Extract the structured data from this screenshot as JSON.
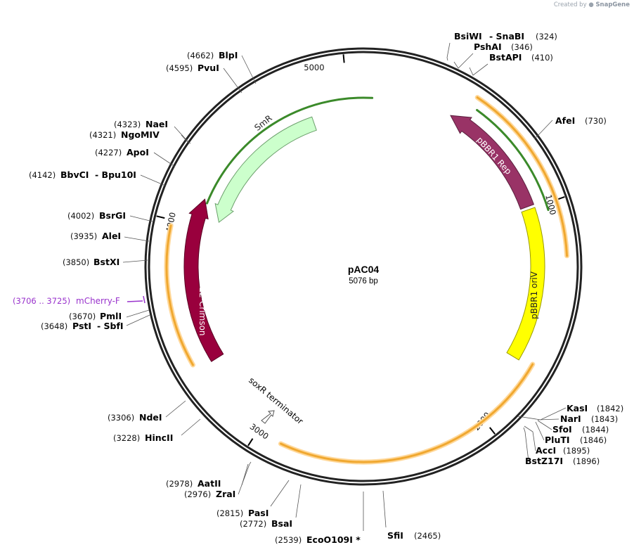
{
  "credit": {
    "created_by": "Created by",
    "brand": "SnapGene"
  },
  "plasmid": {
    "name": "pAC04",
    "length_label": "5076 bp",
    "length_bp": 5076
  },
  "ticks": [
    {
      "bp": 1000,
      "label": "1000"
    },
    {
      "bp": 2000,
      "label": "2000"
    },
    {
      "bp": 3000,
      "label": "3000"
    },
    {
      "bp": 4000,
      "label": "4000"
    },
    {
      "bp": 5000,
      "label": "5000"
    }
  ],
  "features": [
    {
      "id": "smr",
      "label": "SmR",
      "kind": "gene",
      "color": "#ccffcc",
      "stroke": "#6b9f6b",
      "text_color": "#222222"
    },
    {
      "id": "pbbr1rep",
      "label": "pBBR1 Rep",
      "kind": "gene",
      "color": "#993366",
      "stroke": "#5a1f3d",
      "text_color": "#ffffff"
    },
    {
      "id": "oriv",
      "label": "pBBR1 oriV",
      "kind": "origin",
      "color": "#ffff00",
      "stroke": "#999900",
      "text_color": "#222222"
    },
    {
      "id": "e2crimson",
      "label": "E2-Crimson",
      "kind": "gene",
      "color": "#99003d",
      "stroke": "#5a0024",
      "text_color": "#ffffff"
    },
    {
      "id": "soxr",
      "label": "soxR terminator",
      "kind": "terminator",
      "color": "#ffffff",
      "stroke": "#555555",
      "text_color": "#111111"
    }
  ],
  "primer": {
    "range": "(3706 .. 3725)",
    "name": "mCherry-F",
    "color": "#9933cc"
  },
  "sites": [
    {
      "id": "bsiwi",
      "name": "BsiWI",
      "name2": "- SnaBI",
      "pos": "(324)"
    },
    {
      "id": "pshai",
      "name": "PshAI",
      "pos": "(346)"
    },
    {
      "id": "bstapi",
      "name": "BstAPI",
      "pos": "(410)"
    },
    {
      "id": "afei",
      "name": "AfeI",
      "pos": "(730)"
    },
    {
      "id": "kasi",
      "name": "KasI",
      "pos": "(1842)"
    },
    {
      "id": "nari",
      "name": "NarI",
      "pos": "(1843)"
    },
    {
      "id": "sfoi",
      "name": "SfoI",
      "pos": "(1844)"
    },
    {
      "id": "pluti",
      "name": "PluTI",
      "pos": "(1846)"
    },
    {
      "id": "acci",
      "name": "AccI",
      "pos": "(1895)"
    },
    {
      "id": "bstz17i",
      "name": "BstZ17I",
      "pos": "(1896)"
    },
    {
      "id": "sfii",
      "name": "SfiI",
      "pos": "(2465)"
    },
    {
      "id": "eco0109i",
      "name": "EcoO109I *",
      "pos": "(2539)"
    },
    {
      "id": "bsai",
      "name": "BsaI",
      "pos": "(2772)"
    },
    {
      "id": "pasi",
      "name": "PasI",
      "pos": "(2815)"
    },
    {
      "id": "zrai",
      "name": "ZraI",
      "pos": "(2976)"
    },
    {
      "id": "aatii",
      "name": "AatII",
      "pos": "(2978)"
    },
    {
      "id": "hincii",
      "name": "HincII",
      "pos": "(3228)"
    },
    {
      "id": "ndei",
      "name": "NdeI",
      "pos": "(3306)"
    },
    {
      "id": "psti",
      "name": "PstI",
      "name2": "- SbfI",
      "pos": "(3648)"
    },
    {
      "id": "pmli",
      "name": "PmlI",
      "pos": "(3670)"
    },
    {
      "id": "bstxi",
      "name": "BstXI",
      "pos": "(3850)"
    },
    {
      "id": "alei",
      "name": "AleI",
      "pos": "(3935)"
    },
    {
      "id": "bsrgi",
      "name": "BsrGI",
      "pos": "(4002)"
    },
    {
      "id": "bbvci",
      "name": "BbvCI",
      "name2": "- Bpu10I",
      "pos": "(4142)"
    },
    {
      "id": "apoi",
      "name": "ApoI",
      "pos": "(4227)"
    },
    {
      "id": "ngomiv",
      "name": "NgoMIV",
      "pos": "(4321)"
    },
    {
      "id": "naei",
      "name": "NaeI",
      "pos": "(4323)"
    },
    {
      "id": "pvui",
      "name": "PvuI",
      "pos": "(4595)"
    },
    {
      "id": "blpi",
      "name": "BlpI",
      "pos": "(4662)"
    }
  ]
}
